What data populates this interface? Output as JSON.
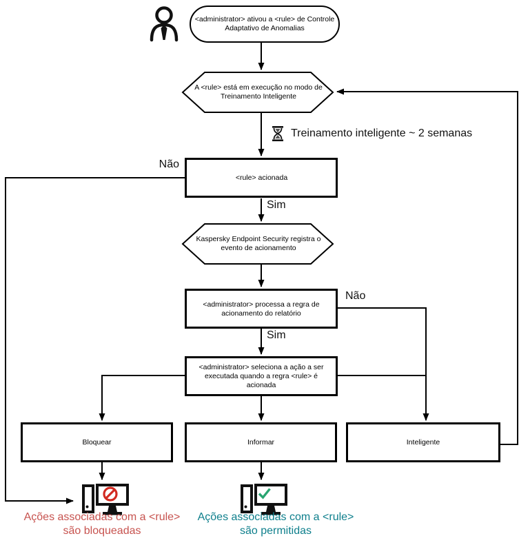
{
  "diagram": {
    "nodes": {
      "start": "<administrator> ativou a <rule> de Controle Adaptativo de Anomalias",
      "training_mode": "A <rule> está em execução no modo de Treinamento Inteligente",
      "rule_triggered": "<rule> acionada",
      "kes_registers": "Kaspersky Endpoint Security registra o evento de acionamento",
      "admin_processes": "<administrator> processa a regra de acionamento do relatório",
      "admin_selects": "<administrator> seleciona a ação a ser executada quando a regra <rule> é acionada",
      "action_block": "Bloquear",
      "action_inform": "Informar",
      "action_smart": "Inteligente"
    },
    "annotations": {
      "training_duration": "Treinamento inteligente ~ 2 semanas",
      "blocked_result": "Ações associadas com a <rule> são bloqueadas",
      "allowed_result": "Ações associadas com a <rule> são permitidas"
    },
    "edge_labels": {
      "rule_no": "Não",
      "rule_yes": "Sim",
      "process_no": "Não",
      "process_yes": "Sim"
    },
    "colors": {
      "line": "#000000",
      "blocked_text": "#c7534f",
      "allowed_text": "#0e7f8c",
      "prohibit_icon": "#d22a21",
      "check_icon": "#2aa571"
    },
    "icons": [
      "person-icon",
      "hourglass-icon",
      "computer-blocked-icon",
      "computer-allowed-icon",
      "prohibit-icon",
      "check-icon"
    ]
  }
}
